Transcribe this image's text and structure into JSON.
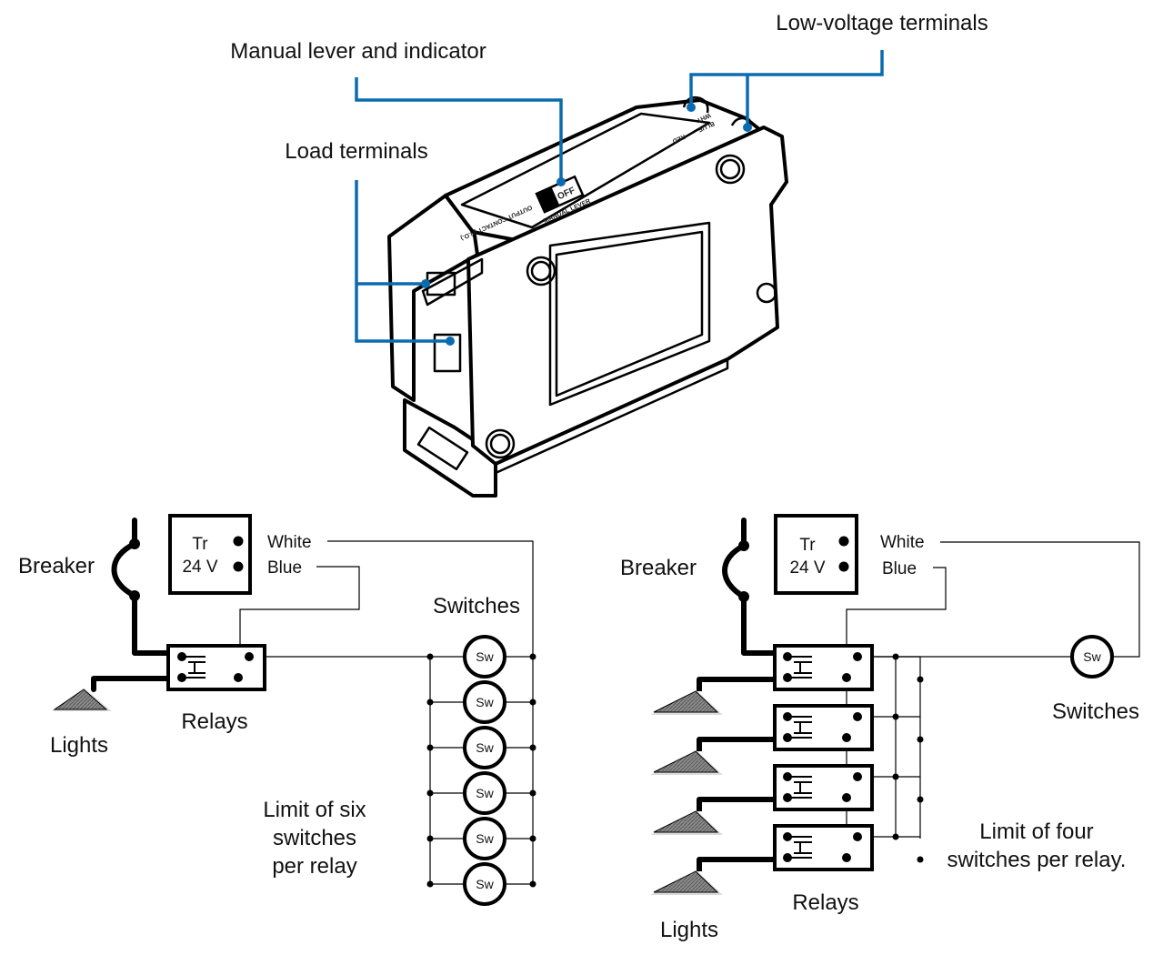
{
  "colors": {
    "callout": "#0b6bb0",
    "ground_fill": "#9a9a9a",
    "ground_shadow": "#dcdcdc"
  },
  "device_callouts": {
    "low_voltage_terminals": "Low-voltage terminals",
    "manual_lever": "Manual lever and indicator",
    "load_terminals": "Load terminals"
  },
  "device_markings": {
    "off": "OFF",
    "manual_lever": "MANUAL LEVER",
    "output_contact": "OUTPUT CONTACT (N.O.)",
    "wht": "WHT",
    "blue": "BLUE",
    "red": "RED"
  },
  "left_circuit": {
    "breaker": "Breaker",
    "transformer_label": "Tr",
    "transformer_voltage": "24 V",
    "white_wire": "White",
    "blue_wire": "Blue",
    "relays": "Relays",
    "lights": "Lights",
    "switches": "Switches",
    "switch_symbol": "Sw",
    "switch_count": 6,
    "limit_line1": "Limit of six",
    "limit_line2": "switches",
    "limit_line3": "per relay"
  },
  "right_circuit": {
    "breaker": "Breaker",
    "transformer_label": "Tr",
    "transformer_voltage": "24 V",
    "white_wire": "White",
    "blue_wire": "Blue",
    "relays": "Relays",
    "lights": "Lights",
    "switches": "Switches",
    "switch_symbol": "Sw",
    "relay_count": 4,
    "limit_line1": "Limit of four",
    "limit_line2": "switches per relay."
  }
}
